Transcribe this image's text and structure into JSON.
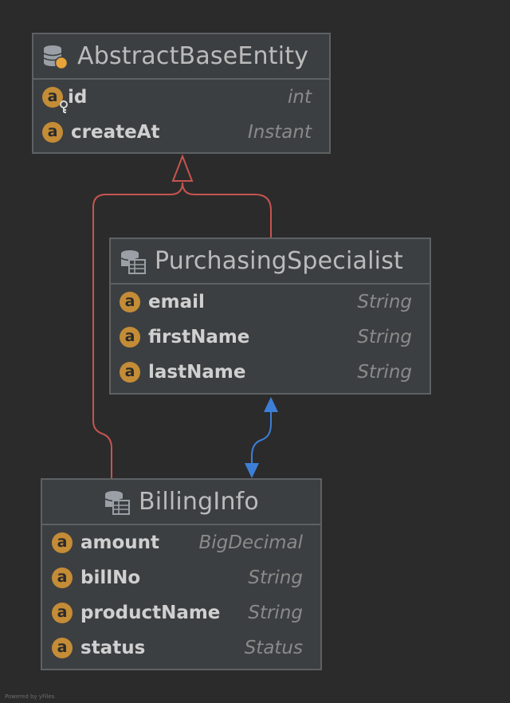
{
  "entities": {
    "abstract_base_entity": {
      "name": "AbstractBaseEntity",
      "attributes": [
        {
          "name": "id",
          "type": "int",
          "is_key": true
        },
        {
          "name": "createAt",
          "type": "Instant",
          "is_key": false
        }
      ]
    },
    "purchasing_specialist": {
      "name": "PurchasingSpecialist",
      "attributes": [
        {
          "name": "email",
          "type": "String"
        },
        {
          "name": "firstName",
          "type": "String"
        },
        {
          "name": "lastName",
          "type": "String"
        }
      ]
    },
    "billing_info": {
      "name": "BillingInfo",
      "attributes": [
        {
          "name": "amount",
          "type": "BigDecimal"
        },
        {
          "name": "billNo",
          "type": "String"
        },
        {
          "name": "productName",
          "type": "String"
        },
        {
          "name": "status",
          "type": "Status"
        }
      ]
    }
  },
  "attribute_badge_letter": "a",
  "relationships": [
    {
      "from": "PurchasingSpecialist",
      "to": "AbstractBaseEntity",
      "kind": "inheritance",
      "color": "#c75450"
    },
    {
      "from": "BillingInfo",
      "to": "AbstractBaseEntity",
      "kind": "inheritance",
      "color": "#c75450"
    },
    {
      "from": "PurchasingSpecialist",
      "to": "BillingInfo",
      "kind": "bidirectional-association",
      "color": "#3d7fd6"
    }
  ],
  "colors": {
    "background": "#2b2b2b",
    "entity_fill": "#3c3f41",
    "entity_border": "#5e6163",
    "badge": "#c48c36",
    "inheritance": "#c75450",
    "association": "#3d7fd6"
  },
  "footer": {
    "text": "Powered by yFiles"
  }
}
